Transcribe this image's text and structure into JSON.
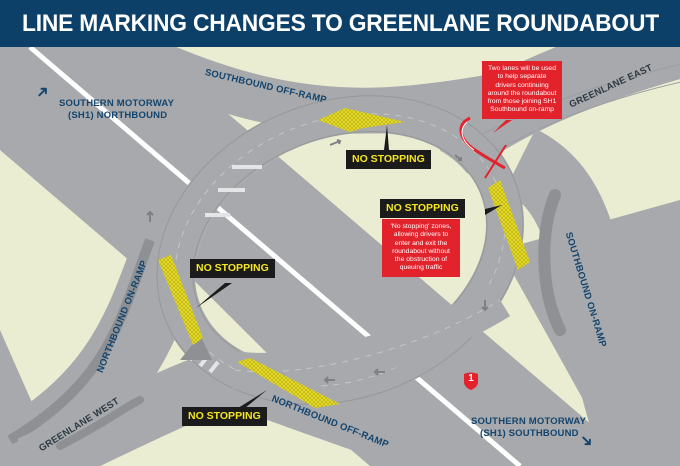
{
  "header": {
    "title": "LINE MARKING CHANGES TO GREENLANE ROUNDABOUT"
  },
  "colors": {
    "header_bg": "#0d4069",
    "land": "#ebedd3",
    "road": "#a7a9ac",
    "road_dark": "#8e9093",
    "no_stopping_zone": "#e6dc2a",
    "label_bg": "#1b1b1b",
    "label_text": "#f4e626",
    "callout_red": "#e3232c",
    "road_label": "#14456e"
  },
  "map": {
    "road_labels": {
      "motorway_north_line1": "SOUTHERN MOTORWAY",
      "motorway_north_line2": "(SH1) NORTHBOUND",
      "motorway_south_line1": "SOUTHERN MOTORWAY",
      "motorway_south_line2": "(SH1) SOUTHBOUND",
      "southbound_off_ramp": "SOUTHBOUND OFF-RAMP",
      "greenlane_east": "GREENLANE EAST",
      "southbound_on_ramp": "SOUTHBOUND ON-RAMP",
      "northbound_on_ramp": "NORTHBOUND ON-RAMP",
      "greenlane_west": "GREENLANE WEST",
      "northbound_off_ramp": "NORTHBOUND OFF-RAMP"
    },
    "direction_icons": {
      "northbound": "arrow-up-left-icon",
      "southbound": "arrow-down-right-icon"
    },
    "shield": {
      "route_number": "1"
    },
    "no_stopping_labels": [
      {
        "id": "top",
        "text": "NO STOPPING"
      },
      {
        "id": "right",
        "text": "NO STOPPING"
      },
      {
        "id": "left",
        "text": "NO STOPPING"
      },
      {
        "id": "bottom",
        "text": "NO STOPPING"
      }
    ],
    "callouts": {
      "two_lanes": "Two lanes will be used to help separate drivers continuing around the roundabout from those joining SH1 Southbound on-ramp",
      "no_stopping_zones": "'No stopping' zones, allowing drivers to enter and exit the roundabout without the obstruction of queuing traffic"
    }
  }
}
